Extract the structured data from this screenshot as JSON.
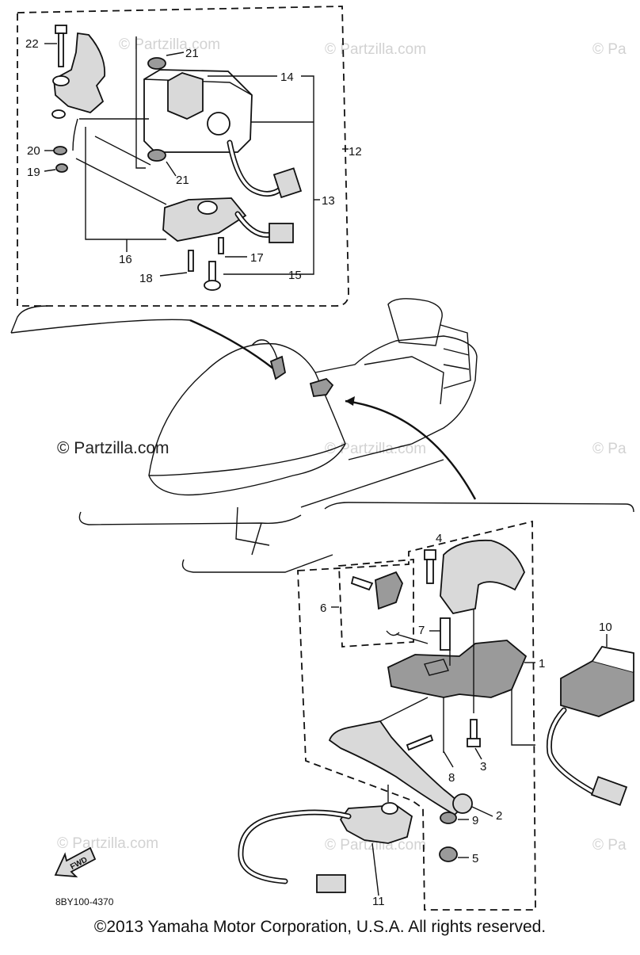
{
  "watermarks": {
    "text": "© Partzilla.com",
    "center_text": "© Partzilla.com",
    "edge_text": "© Pa"
  },
  "callouts": {
    "c1": "1",
    "c2": "2",
    "c3": "3",
    "c4": "4",
    "c5": "5",
    "c6": "6",
    "c7": "7",
    "c8": "8",
    "c9": "9",
    "c10": "10",
    "c11": "11",
    "c12": "12",
    "c13": "13",
    "c14": "14",
    "c15": "15",
    "c16": "16",
    "c17": "17",
    "c18": "18",
    "c19": "19",
    "c20": "20",
    "c21a": "21",
    "c21b": "21",
    "c22": "22"
  },
  "fwd_label": "FWD",
  "diagram_code": "8BY100-4370",
  "copyright": "©2013  Yamaha Motor Corporation, U.S.A. All rights reserved."
}
